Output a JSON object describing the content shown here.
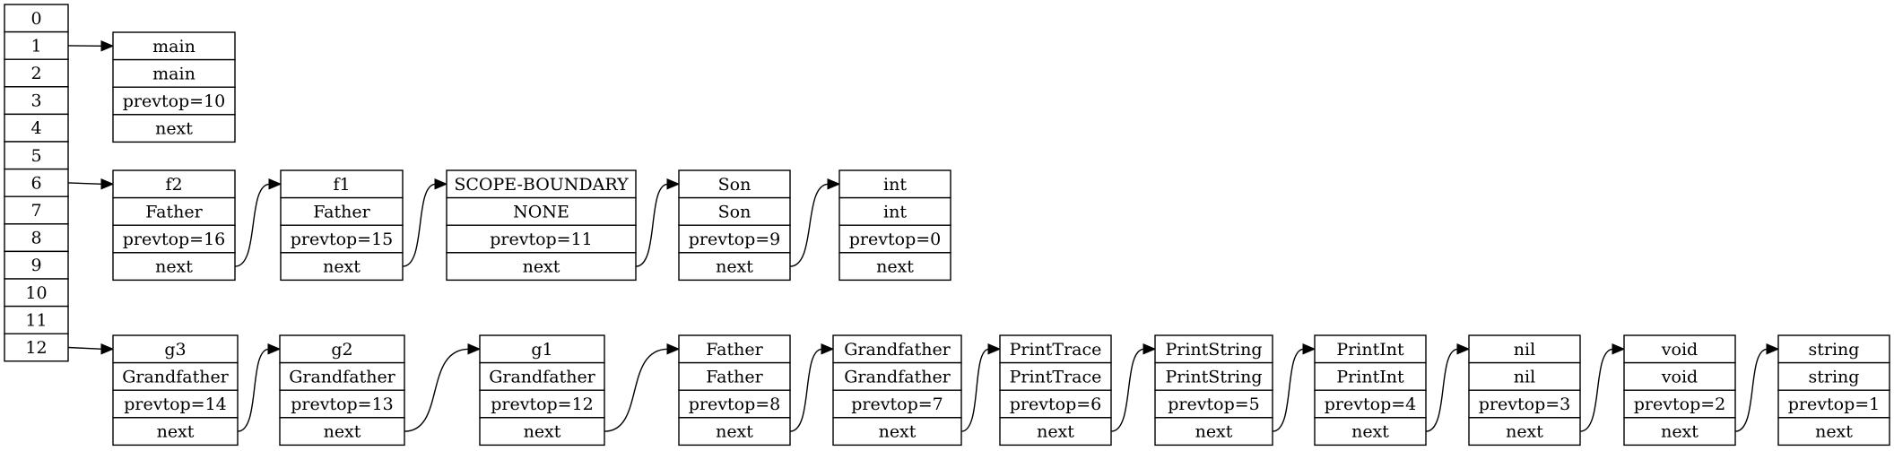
{
  "hash_table": {
    "indices": [
      "0",
      "1",
      "2",
      "3",
      "4",
      "5",
      "6",
      "7",
      "8",
      "9",
      "10",
      "11",
      "12"
    ]
  },
  "chains": [
    {
      "bucket": "1",
      "nodes": [
        {
          "fields": [
            "main",
            "main",
            "prevtop=10",
            "next"
          ]
        }
      ]
    },
    {
      "bucket": "6",
      "nodes": [
        {
          "fields": [
            "f2",
            "Father",
            "prevtop=16",
            "next"
          ]
        },
        {
          "fields": [
            "f1",
            "Father",
            "prevtop=15",
            "next"
          ]
        },
        {
          "fields": [
            "SCOPE-BOUNDARY",
            "NONE",
            "prevtop=11",
            "next"
          ]
        },
        {
          "fields": [
            "Son",
            "Son",
            "prevtop=9",
            "next"
          ]
        },
        {
          "fields": [
            "int",
            "int",
            "prevtop=0",
            "next"
          ]
        }
      ]
    },
    {
      "bucket": "12",
      "nodes": [
        {
          "fields": [
            "g3",
            "Grandfather",
            "prevtop=14",
            "next"
          ]
        },
        {
          "fields": [
            "g2",
            "Grandfather",
            "prevtop=13",
            "next"
          ]
        },
        {
          "fields": [
            "g1",
            "Grandfather",
            "prevtop=12",
            "next"
          ]
        },
        {
          "fields": [
            "Father",
            "Father",
            "prevtop=8",
            "next"
          ]
        },
        {
          "fields": [
            "Grandfather",
            "Grandfather",
            "prevtop=7",
            "next"
          ]
        },
        {
          "fields": [
            "PrintTrace",
            "PrintTrace",
            "prevtop=6",
            "next"
          ]
        },
        {
          "fields": [
            "PrintString",
            "PrintString",
            "prevtop=5",
            "next"
          ]
        },
        {
          "fields": [
            "PrintInt",
            "PrintInt",
            "prevtop=4",
            "next"
          ]
        },
        {
          "fields": [
            "nil",
            "nil",
            "prevtop=3",
            "next"
          ]
        },
        {
          "fields": [
            "void",
            "void",
            "prevtop=2",
            "next"
          ]
        },
        {
          "fields": [
            "string",
            "string",
            "prevtop=1",
            "next"
          ]
        }
      ]
    }
  ]
}
